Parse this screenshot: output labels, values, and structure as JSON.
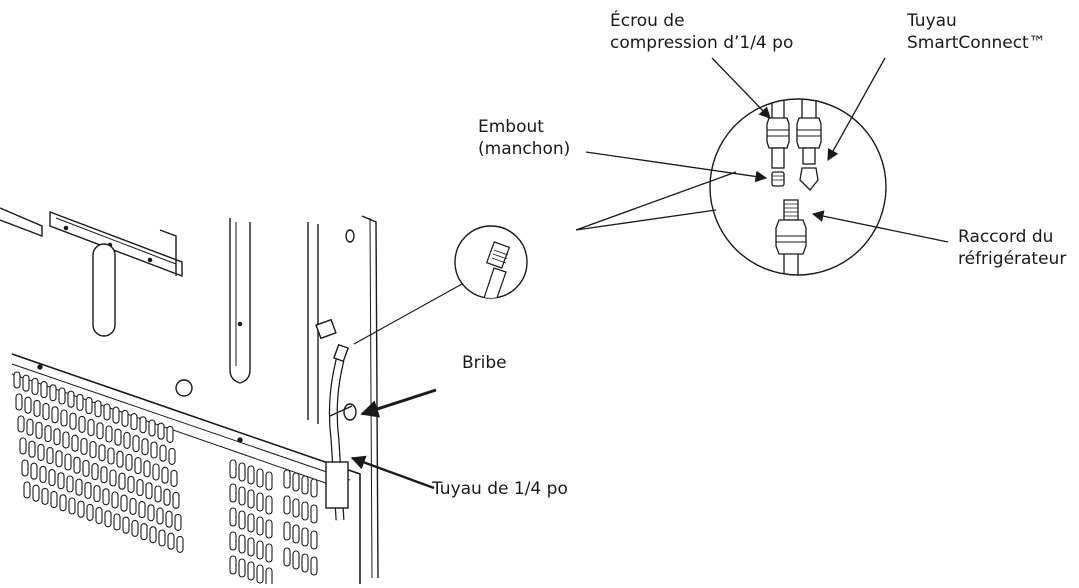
{
  "labels": {
    "compression_nut": [
      "Écrou de",
      "compression d’1/4 po"
    ],
    "smartconnect_tube": [
      "Tuyau",
      "SmartConnect™"
    ],
    "insert_sleeve": [
      "Embout",
      "(manchon)"
    ],
    "fridge_fitting": [
      "Raccord du",
      "réfrigérateur"
    ],
    "clip": "Bribe",
    "tube_quarter": "Tuyau de 1/4 po"
  },
  "colors": {
    "line": "#1a1a1a",
    "fill": "#ffffff",
    "shade": "#dcdcdc"
  }
}
